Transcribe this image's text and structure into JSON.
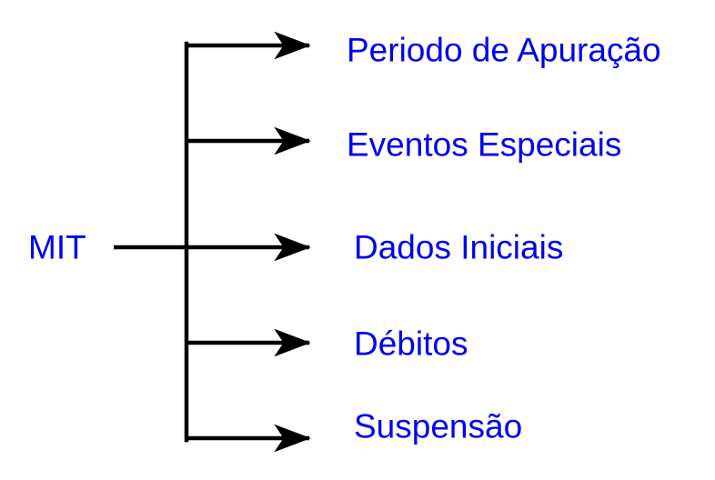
{
  "diagram": {
    "type": "tree",
    "orientation": "horizontal-left-to-right",
    "title": "",
    "colors": {
      "background": "#ffffff",
      "line": "#000000",
      "label_text": "#0000ee"
    },
    "root": {
      "label": "MIT"
    },
    "branches": [
      {
        "label": "Periodo de Apuração",
        "arrow": "arrow-right-icon"
      },
      {
        "label": "Eventos Especiais",
        "arrow": "arrow-right-icon"
      },
      {
        "label": "Dados Iniciais",
        "arrow": "arrow-right-icon"
      },
      {
        "label": "Débitos",
        "arrow": "arrow-right-icon"
      },
      {
        "label": "Suspensão",
        "arrow": "arrow-right-icon"
      }
    ]
  }
}
